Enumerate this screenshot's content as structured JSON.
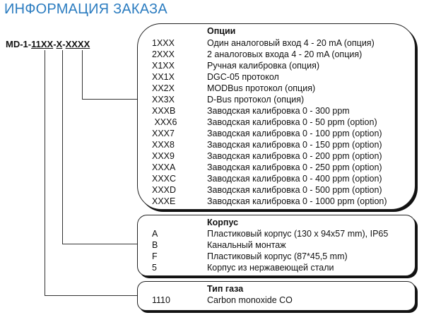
{
  "title": "ИНФОРМАЦИЯ ЗАКАЗА",
  "model_code": {
    "prefix": "MD-1-",
    "part1": "11XX",
    "sep1": "-",
    "part2": "X",
    "sep2": "-",
    "part3": "XXXX"
  },
  "options": {
    "heading": "Опции",
    "rows": [
      {
        "code": "1XXX",
        "desc": "Один аналоговый вход 4 - 20 mA (опция)"
      },
      {
        "code": "2XXX",
        "desc": "2 аналоговых входа 4 - 20 mA (опция)"
      },
      {
        "code": "X1XX",
        "desc": "Ручная калибровка (опция)"
      },
      {
        "code": "XX1X",
        "desc": "DGC-05 протокол"
      },
      {
        "code": "XX2X",
        "desc": "MODBus протокол (опция)"
      },
      {
        "code": "XX3X",
        "desc": "D-Bus протокол (опция)"
      },
      {
        "code": "XXXB",
        "desc": "Заводская калибровка 0 - 300 ppm"
      },
      {
        "code": " XXX6",
        "desc": "Заводская калибровка 0 - 50 ppm (option)"
      },
      {
        "code": "XXX7",
        "desc": "Заводская калибровка 0 - 100 ppm (option)"
      },
      {
        "code": "XXX8",
        "desc": "Заводская калибровка 0 - 150 ppm (option)"
      },
      {
        "code": "XXX9",
        "desc": "Заводская калибровка 0 - 200 ppm (option)"
      },
      {
        "code": "XXXA",
        "desc": "Заводская калибровка 0 - 250 ppm (option)"
      },
      {
        "code": "XXXC",
        "desc": "Заводская калибровка 0 - 400 ppm (option)"
      },
      {
        "code": "XXXD",
        "desc": "Заводская калибровка 0 - 500 ppm (option)"
      },
      {
        "code": "XXXE",
        "desc": "Заводская калибровка 0 - 1000 ppm (option)"
      }
    ]
  },
  "housing": {
    "heading": "Корпус",
    "rows": [
      {
        "code": "A",
        "desc": "Пластиковый корпус (130 x 94x57 mm), IP65"
      },
      {
        "code": "B",
        "desc": "Канальный монтаж"
      },
      {
        "code": "F",
        "desc": "Пластиковый корпус (87*45,5 mm)"
      },
      {
        "code": "5",
        "desc": "Корпус из нержавеющей стали"
      }
    ]
  },
  "gas": {
    "heading": "Тип газа",
    "rows": [
      {
        "code": "1110",
        "desc": "Carbon monoxide CO"
      }
    ]
  }
}
